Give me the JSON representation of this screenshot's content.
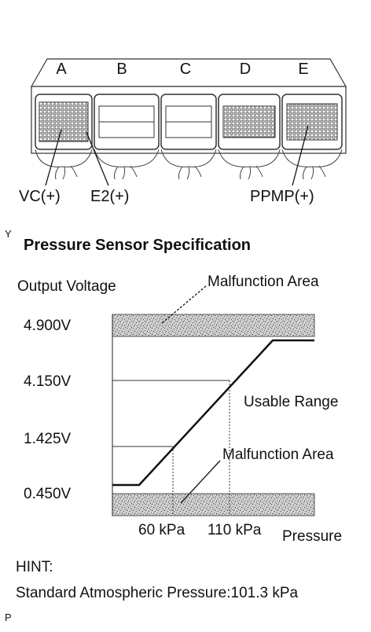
{
  "connector": {
    "labels": [
      "A",
      "B",
      "C",
      "D",
      "E"
    ],
    "terminals": {
      "vc": "VC(+)",
      "e2": "E2(+)",
      "ppmp": "PPMP(+)"
    }
  },
  "corner_marks": {
    "top": "Y",
    "bottom": "P"
  },
  "spec": {
    "title": "Pressure Sensor Specification",
    "y_axis_label": "Output Voltage",
    "x_axis_label": "Pressure",
    "y_ticks": [
      "4.900V",
      "4.150V",
      "1.425V",
      "0.450V"
    ],
    "x_ticks": [
      "60 kPa",
      "110 kPa"
    ],
    "malfunction_top": "Malfunction Area",
    "malfunction_bottom": "Malfunction Area",
    "usable_range": "Usable Range"
  },
  "hint": {
    "label": "HINT:",
    "text": "Standard Atmospheric Pressure:101.3 kPa"
  }
}
